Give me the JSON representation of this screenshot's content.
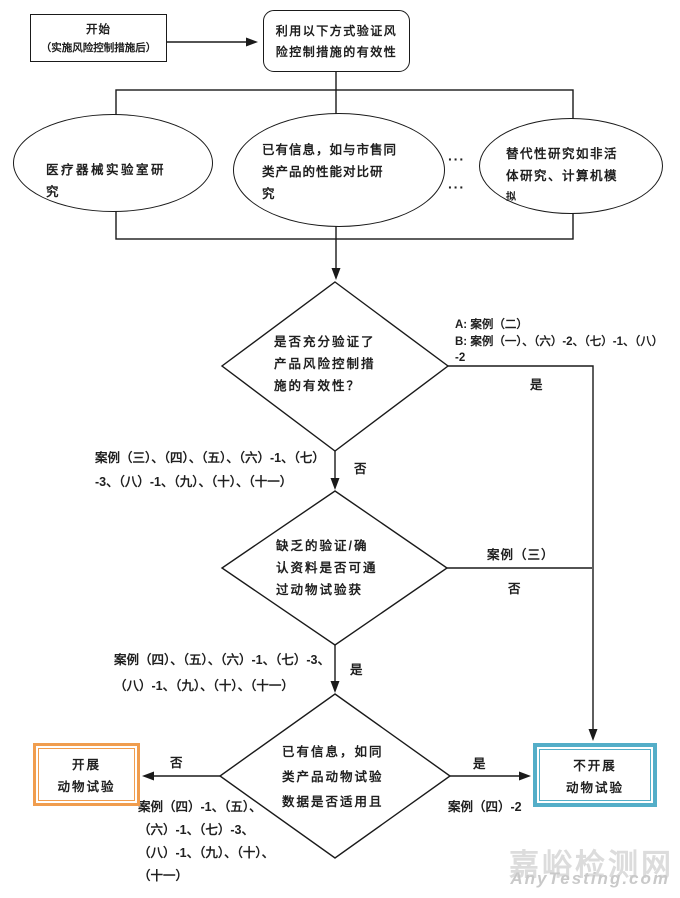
{
  "colors": {
    "conduct_border": "#f09d4e",
    "no_conduct_border": "#54aec8",
    "watermark_cn": "#dcdcdc",
    "watermark_en": "#c9c9c9"
  },
  "nodes": {
    "start": {
      "l1": "开始",
      "l2": "（实施风险控制措施后）"
    },
    "verify": {
      "l1": "利用以下方式验证风",
      "l2": "险控制措施的有效性"
    },
    "lab_study": {
      "l1": "医疗器械实验室研",
      "l2": "究"
    },
    "existing_info": {
      "l1": "已有信息，如与市售同",
      "l2": "类产品的性能对比研",
      "l3": "究"
    },
    "alt_study": {
      "l1": "替代性研究如非活",
      "l2": "体研究、计算机模",
      "l3": "拟"
    },
    "ellipsis_row1": "···",
    "ellipsis_row2": "···",
    "diamond_verified": {
      "l1": "是否充分验证了",
      "l2": "产品风险控制措",
      "l3": "施的有效性？"
    },
    "diamond_animal_obtain": {
      "l1": "缺乏的验证/确",
      "l2": "认资料是否可通",
      "l3": "过动物试验获"
    },
    "diamond_data_applicable": {
      "l1": "已有信息，如同",
      "l2": "类产品动物试验",
      "l3": "数据是否适用且"
    },
    "conduct": {
      "l1": "开展",
      "l2": "动物试验"
    },
    "no_conduct": {
      "l1": "不开展",
      "l2": "动物试验"
    }
  },
  "labels": {
    "yes1": "是",
    "no1": "否",
    "yes2": "是",
    "no2": "否",
    "yes3": "是",
    "no3": "否",
    "d1_yes_cases": {
      "l1": "A: 案例（二）",
      "l2": "B: 案例（一）、（六）-2、（七）-1、（八）",
      "l3": "-2"
    },
    "d1_no_cases": {
      "l1": "案例（三）、（四）、（五）、（六）-1、（七）",
      "l2": "-3、（八）-1、（九）、（十）、（十一）"
    },
    "d2_no_case": "案例（三）",
    "d2_yes_cases": {
      "l1": "案例（四）、（五）、（六）-1、（七）-3、",
      "l2": "（八）-1、（九）、（十）、（十一）"
    },
    "d3_no_cases": {
      "l1": "案例（四）-1、（五）、",
      "l2": "（六）-1、（七）-3、",
      "l3": "（八）-1、（九）、（十）、",
      "l4": "（十一）"
    },
    "d3_yes_case": "案例（四）-2"
  },
  "watermark": {
    "cn": "嘉峪检测网",
    "en": "AnyTesting.com"
  }
}
